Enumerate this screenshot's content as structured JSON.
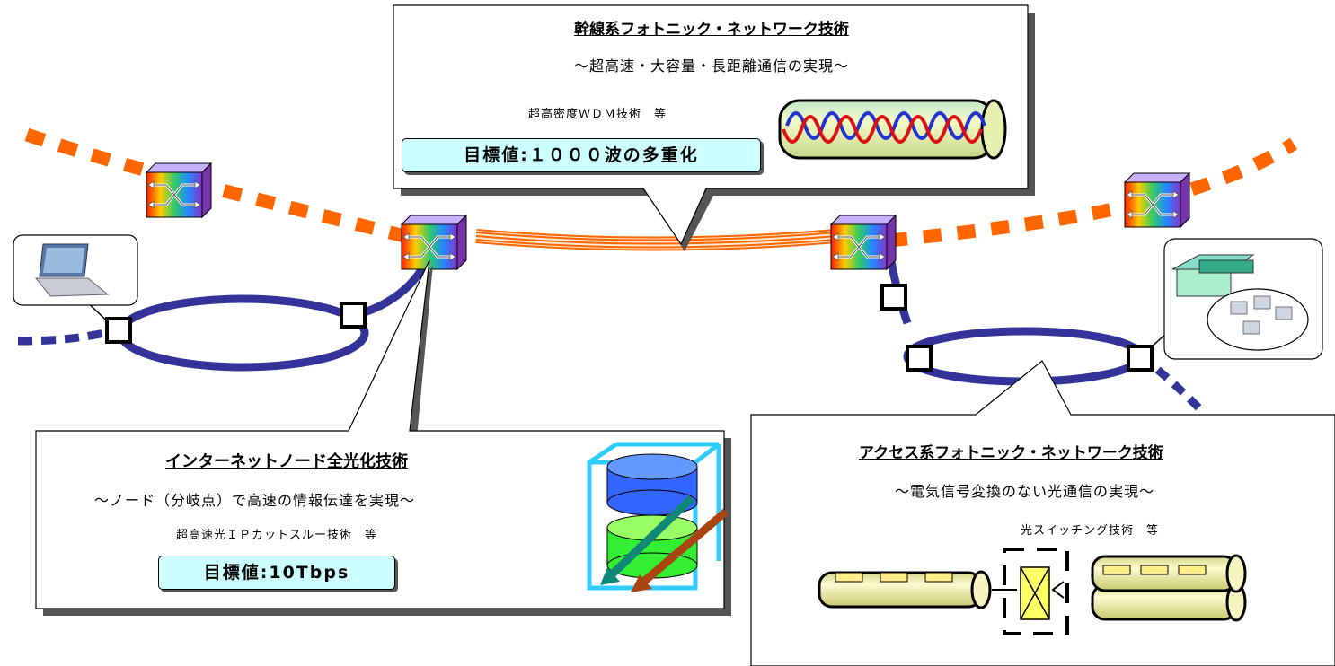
{
  "backbone": {
    "title": "幹線系フォトニック・ネットワーク技術",
    "subtitle": "～超高速・大容量・長距離通信の実現～",
    "tech": "超高密度ＷＤＭ技術　等",
    "goal_label": "目標値",
    "goal_value": ":１０００波の多重化"
  },
  "node": {
    "title": "インターネットノード全光化技術",
    "subtitle": "～ノード（分岐点）で高速の情報伝達を実現～",
    "tech": "超高速光ＩＰカットスルー技術　等",
    "goal_label": "目標値",
    "goal_value": ":10Tbps"
  },
  "access": {
    "title": "アクセス系フォトニック・ネットワーク技術",
    "subtitle": "～電気信号変換のない光通信の実現～",
    "tech": "光スイッチング技術　等"
  },
  "colors": {
    "backbone_link": "#ff6600",
    "ring": "#333399",
    "goal_fill": "#ccffff",
    "fiber_fill": "#f0f0a0"
  }
}
